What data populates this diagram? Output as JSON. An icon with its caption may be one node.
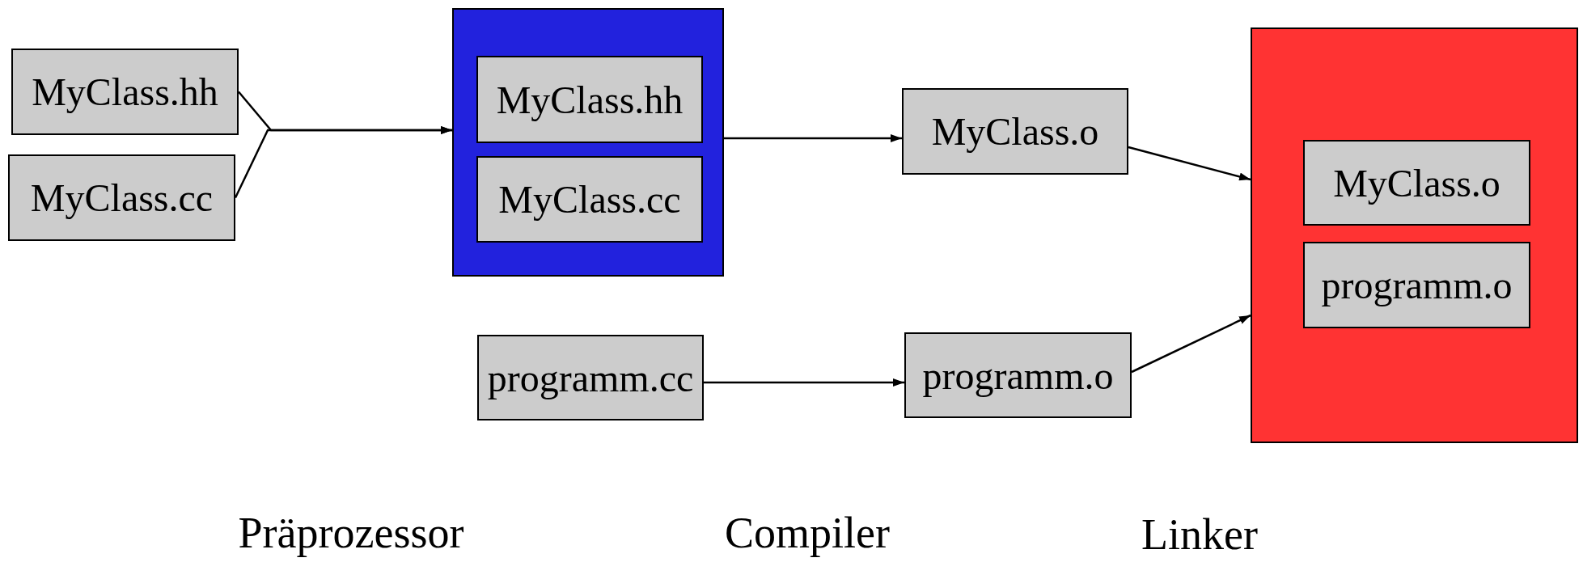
{
  "diagram": {
    "nodes": [
      {
        "text": [
          "MyClass.hh"
        ]
      },
      {
        "text": [
          "MyClass.cc"
        ]
      },
      {
        "text": [],
        "shape": "box"
      },
      {
        "text": [
          "MyClass.hh"
        ],
        "in": 2
      },
      {
        "text": [
          "MyClass.cc"
        ],
        "in": 2
      },
      {
        "text": [
          "programm.cc"
        ]
      },
      {
        "text": [
          "MyClass.o"
        ]
      },
      {
        "text": [
          "programm.o"
        ]
      },
      {
        "text": [],
        "shape": "box"
      },
      {
        "text": [
          "MyClass.o"
        ],
        "in": 8
      },
      {
        "text": [
          "programm.o"
        ],
        "in": 8
      }
    ],
    "edges": [
      {
        "from": 0,
        "to": 2,
        "arrow": "to"
      },
      {
        "from": 1,
        "to": 2,
        "arrow": "to"
      },
      {
        "from": 2,
        "to": 6,
        "arrow": "to"
      },
      {
        "from": 5,
        "to": 7,
        "arrow": "to"
      },
      {
        "from": 6,
        "to": 8,
        "arrow": "to"
      },
      {
        "from": 7,
        "to": 8,
        "arrow": "to"
      }
    ],
    "labels": [
      "Präprozessor",
      "Compiler",
      "Linker"
    ]
  }
}
